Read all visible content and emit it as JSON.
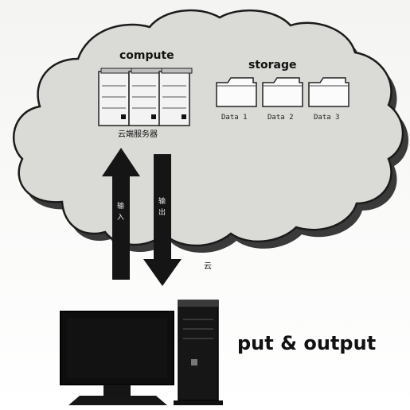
{
  "cloud": {
    "compute_label": "compute",
    "server_label": "云端服务器",
    "storage_label": "storage",
    "files": [
      {
        "label": "Data 1"
      },
      {
        "label": "Data 2"
      },
      {
        "label": "Data 3"
      }
    ],
    "caption": "云"
  },
  "arrows": {
    "up_label": "输入",
    "down_label": "输出"
  },
  "client": {
    "io_label": "put & output"
  },
  "colors": {
    "ink": "#111111",
    "cloud_fill": "#dcdcd8",
    "cloud_shadow": "#3b3b3b"
  },
  "icons": [
    "server-icon",
    "folder-icon",
    "monitor-icon",
    "tower-pc-icon",
    "arrow-up-icon",
    "arrow-down-icon"
  ]
}
